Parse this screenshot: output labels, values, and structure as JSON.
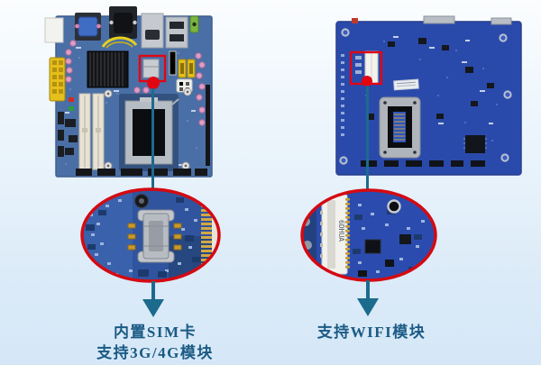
{
  "figure": {
    "left": {
      "caption_line1": "内置SIM卡",
      "caption_line2": "支持3G/4G模块"
    },
    "right": {
      "caption_line1": "支持WIFI模块",
      "connector_marking": "6DHUA"
    }
  },
  "colors": {
    "background_top": "#fbfdfe",
    "background_bottom": "#d5e7f7",
    "highlight_red": "#e20613",
    "arrow_teal": "#1c6b8d",
    "caption_text": "#1a5a84",
    "pcb_front_blue": "#4a6fa6",
    "pcb_back_blue": "#2a4aab"
  }
}
